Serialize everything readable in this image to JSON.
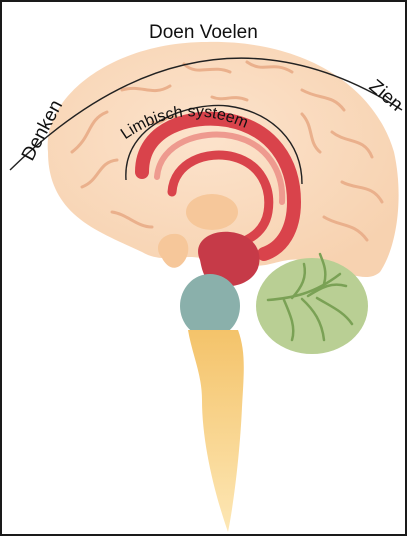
{
  "labels": {
    "top": "Doen Voelen",
    "left": "Denken",
    "right": "Zien",
    "inner": "Limbisch systeem"
  },
  "colors": {
    "cortex": "#f7d2b0",
    "cortex_highlight": "#fce3cc",
    "cortex_fold": "#eab08c",
    "limbic": "#d9434b",
    "limbic_light": "#ee9a8f",
    "amygdala": "#c63a48",
    "thalamus": "#f6c79a",
    "pons": "#8ab0ab",
    "brainstem": "#f4c36a",
    "brainstem_tip": "#fde7b5",
    "cerebellum": "#b9cf94",
    "cerebellum_veins": "#7aa155",
    "arc_line": "#222222",
    "frame": "#1a1a1a"
  }
}
